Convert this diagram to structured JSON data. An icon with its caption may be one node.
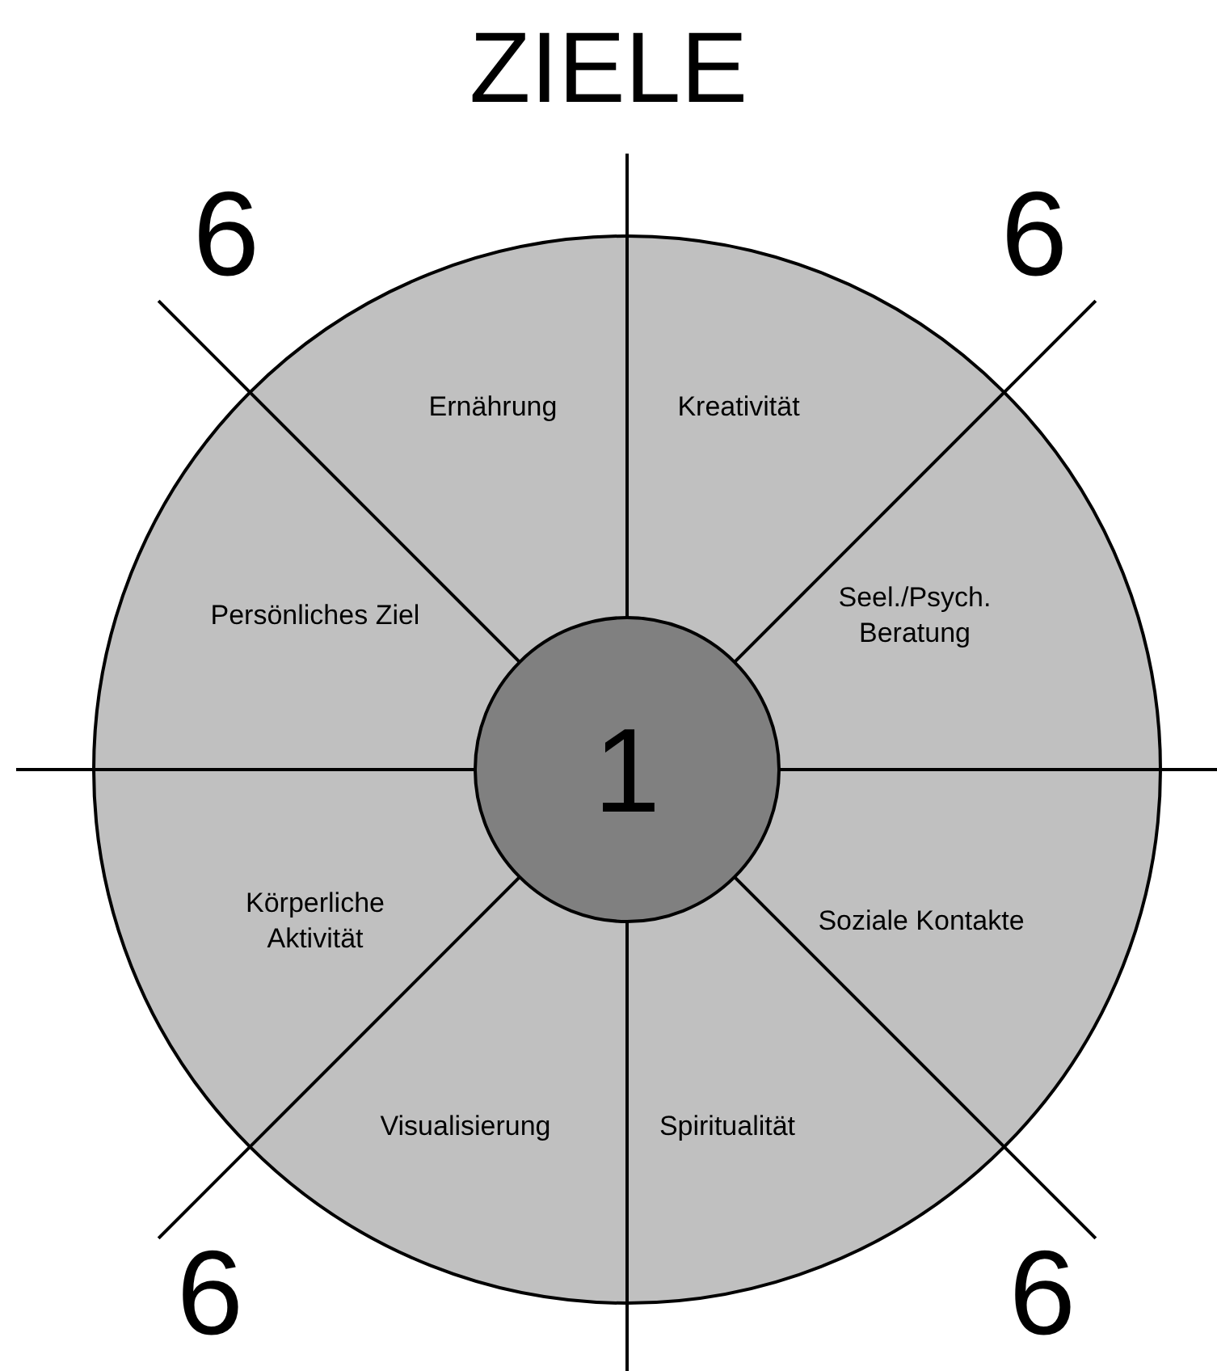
{
  "diagram": {
    "title": "ZIELE",
    "nodes": [
      {
        "text": [
          "Ernährung"
        ]
      },
      {
        "text": [
          "Kreativität"
        ]
      },
      {
        "text": [
          "Persönliches Ziel"
        ]
      },
      {
        "text": [
          "Seel./Psych. Beratung"
        ]
      },
      {
        "text": [
          "1"
        ]
      },
      {
        "text": [
          "Körperliche Aktivität"
        ]
      },
      {
        "text": [
          "Soziale Kontakte"
        ]
      },
      {
        "text": [
          "Visualisierung"
        ]
      },
      {
        "text": [
          "Spiritualität"
        ]
      }
    ],
    "labels": [
      "6",
      "6",
      "6",
      "6"
    ]
  }
}
